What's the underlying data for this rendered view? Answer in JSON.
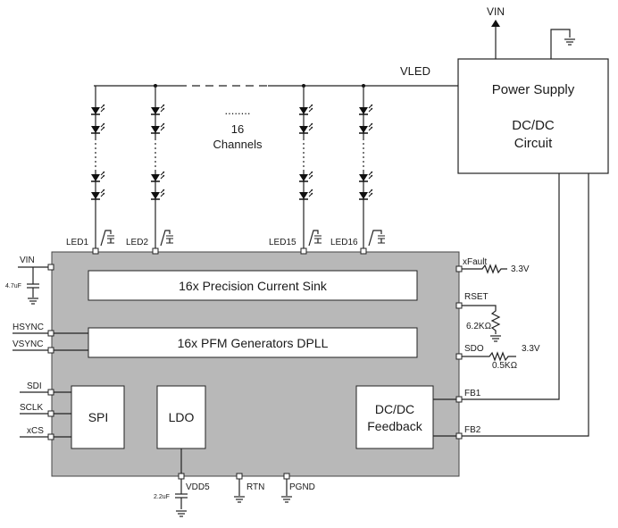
{
  "vin_top": "VIN",
  "vled": "VLED",
  "power_supply": {
    "line1": "Power Supply",
    "line2": "DC/DC",
    "line3": "Circuit"
  },
  "channels": {
    "dots": "........",
    "count": "16",
    "word": "Channels"
  },
  "led_pins": [
    "LED1",
    "LED2",
    "LED15",
    "LED16"
  ],
  "blocks": {
    "current_sink": "16x Precision Current Sink",
    "pfm": "16x PFM Generators DPLL",
    "spi": "SPI",
    "ldo": "LDO",
    "dcdc_line1": "DC/DC",
    "dcdc_line2": "Feedback"
  },
  "left_pins": {
    "vin": "VIN",
    "hsync": "HSYNC",
    "vsync": "VSYNC",
    "sdi": "SDI",
    "sclk": "SCLK",
    "xcs": "xCS"
  },
  "right_pins": {
    "xfault": "xFault",
    "rset": "RSET",
    "sdo": "SDO",
    "fb1": "FB1",
    "fb2": "FB2"
  },
  "bottom_pins": {
    "vdd5": "VDD5",
    "rtn": "RTN",
    "pgnd": "PGND"
  },
  "values": {
    "vin_cap": "4.7uF",
    "vdd5_cap": "2.2uF",
    "xfault_v": "3.3V",
    "rset_r": "6.2KΩ",
    "sdo_v": "3.3V",
    "sdo_r": "0.5KΩ"
  }
}
